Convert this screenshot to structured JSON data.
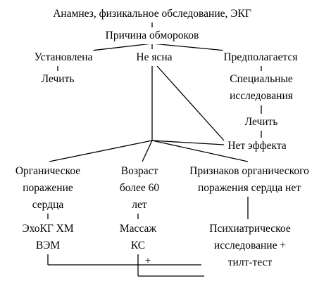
{
  "nodes": {
    "workup": {
      "lines": [
        "Анамнез, физикальное обследование, ЭКГ"
      ]
    },
    "cause": {
      "lines": [
        "Причина обмороков"
      ]
    },
    "established": {
      "lines": [
        "Установлена"
      ]
    },
    "treat_left": {
      "lines": [
        "Лечить"
      ]
    },
    "unclear": {
      "lines": [
        "Не ясна"
      ]
    },
    "suspected": {
      "lines": [
        "Предполагается"
      ]
    },
    "special_studies": {
      "lines": [
        "Специальные",
        "исследования"
      ]
    },
    "treat_right": {
      "lines": [
        "Лечить"
      ]
    },
    "no_effect": {
      "lines": [
        "Нет эффекта"
      ]
    },
    "organic_lesion": {
      "lines": [
        "Органическое",
        "поражение",
        "сердца"
      ]
    },
    "age_over_60": {
      "lines": [
        "Возраст",
        "более 60",
        "лет"
      ]
    },
    "no_organic_signs": {
      "lines": [
        "Признаков органического",
        "поражения сердца нет"
      ]
    },
    "echo_holter": {
      "lines": [
        "ЭхоКГ ХМ",
        "ВЭМ"
      ]
    },
    "massage": {
      "lines": [
        "Массаж",
        "КС"
      ]
    },
    "psych_tilt": {
      "lines": [
        "Психиатрическое",
        "исследование +",
        "тилт-тест"
      ]
    },
    "plus_sign": {
      "lines": [
        "+"
      ]
    }
  }
}
